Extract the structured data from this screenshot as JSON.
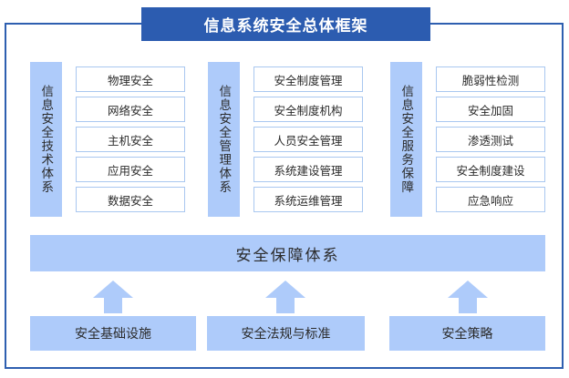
{
  "diagram": {
    "title": "信息系统安全总体框架",
    "colors": {
      "banner_blue": "#2c5cb0",
      "frame_blue": "#2e5fb0",
      "light_blue": "#aecbfa",
      "box_border": "#a9c7f0",
      "text_dark": "#2b2b2b"
    },
    "pillars": [
      {
        "label": "信息安全技术体系",
        "items": [
          "物理安全",
          "网络安全",
          "主机安全",
          "应用安全",
          "数据安全"
        ]
      },
      {
        "label": "信息安全管理体系",
        "items": [
          "安全制度管理",
          "安全制度机构",
          "人员安全管理",
          "系统建设管理",
          "系统运维管理"
        ]
      },
      {
        "label": "信息安全服务保障",
        "items": [
          "脆弱性检测",
          "安全加固",
          "渗透测试",
          "安全制度建设",
          "应急响应"
        ]
      }
    ],
    "mid_band": "安全保障体系",
    "foundation": [
      "安全基础设施",
      "安全法规与标准",
      "安全策略"
    ]
  }
}
